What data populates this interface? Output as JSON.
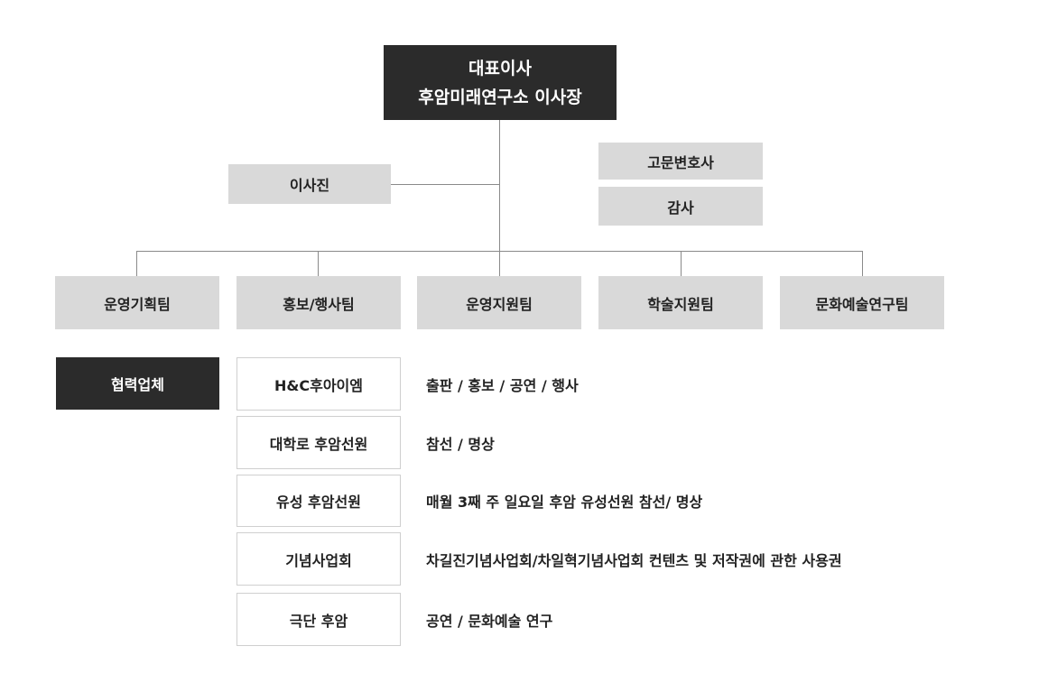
{
  "ceo": {
    "title": "대표이사",
    "subtitle": "후암미래연구소 이사장"
  },
  "board": "이사진",
  "advisors": [
    "고문변호사",
    "감사"
  ],
  "teams": [
    "운영기획팀",
    "홍보/행사팀",
    "운영지원팀",
    "학술지원팀",
    "문화예술연구팀"
  ],
  "partners": {
    "header": "협력업체",
    "rows": [
      {
        "name": "H&C후아이엠",
        "desc": "출판 / 홍보 / 공연 / 행사"
      },
      {
        "name": "대학로 후암선원",
        "desc": "참선 / 명상"
      },
      {
        "name": "유성 후암선원",
        "desc": "매월 3째 주 일요일 후암 유성선원 참선/ 명상"
      },
      {
        "name": "기념사업회",
        "desc": "차길진기념사업회/차일혁기념사업회 컨텐츠 및 저작권에 관한 사용권"
      },
      {
        "name": "극단 후암",
        "desc": "공연 / 문화예술 연구"
      }
    ]
  },
  "colors": {
    "dark": "#2b2b2b",
    "gray": "#d9d9d9",
    "line": "#8a8a8a",
    "outline": "#cfcfcf"
  }
}
